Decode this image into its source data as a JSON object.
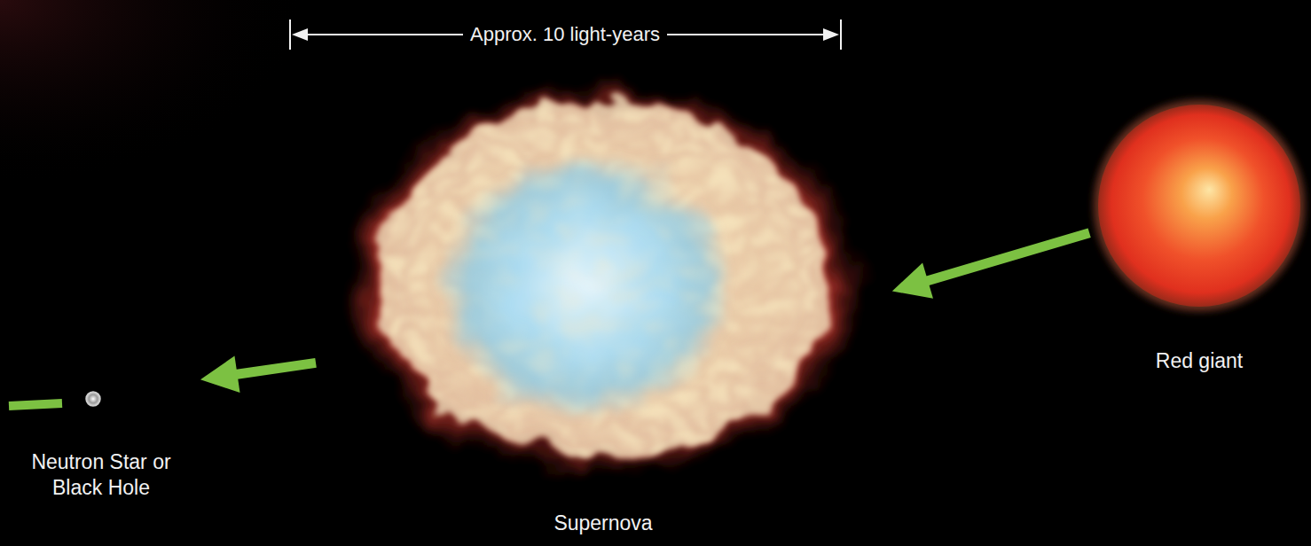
{
  "diagram": {
    "nodes": [
      {
        "text": [
          "Neutron Star or Black Hole"
        ]
      },
      {
        "text": [
          "Supernova"
        ]
      },
      {
        "text": [
          "Red giant"
        ]
      }
    ],
    "edges": [
      {
        "from": 2,
        "to": 1,
        "arrow": "to"
      },
      {
        "from": 1,
        "to": 0,
        "arrow": "to"
      }
    ],
    "labels": [
      "Approx. 10 light-years"
    ]
  }
}
